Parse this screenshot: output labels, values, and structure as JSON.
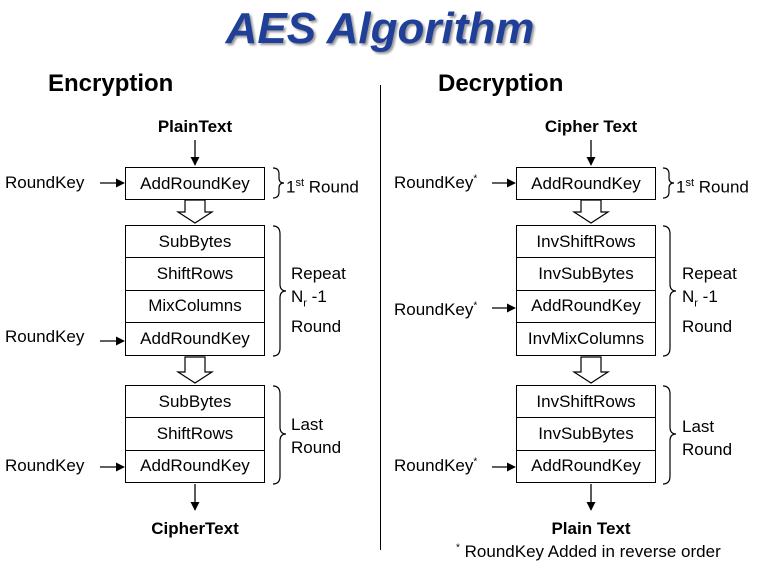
{
  "title": "AES Algorithm",
  "encryption": {
    "heading": "Encryption",
    "input_label": "PlainText",
    "output_label": "CipherText",
    "round_key": "RoundKey",
    "first_round_box": "AddRoundKey",
    "repeat_boxes": [
      "SubBytes",
      "ShiftRows",
      "MixColumns",
      "AddRoundKey"
    ],
    "last_boxes": [
      "SubBytes",
      "ShiftRows",
      "AddRoundKey"
    ]
  },
  "decryption": {
    "heading": "Decryption",
    "input_label": "Cipher Text",
    "output_label": "Plain Text",
    "round_key": "RoundKey",
    "round_key_mark": "*",
    "first_round_box": "AddRoundKey",
    "repeat_boxes": [
      "InvShiftRows",
      "InvSubBytes",
      "AddRoundKey",
      "InvMixColumns"
    ],
    "last_boxes": [
      "InvShiftRows",
      "InvSubBytes",
      "AddRoundKey"
    ]
  },
  "labels": {
    "first_round_num": "1",
    "first_round_sup": "st",
    "first_round_text": " Round",
    "repeat_line1": "Repeat",
    "repeat_n": "N",
    "repeat_sub": "r",
    "repeat_minus": " -1",
    "repeat_line3": "Round",
    "last_line1": "Last",
    "last_line2": "Round"
  },
  "footnote": {
    "mark": "*",
    "text": " RoundKey Added in reverse order"
  }
}
